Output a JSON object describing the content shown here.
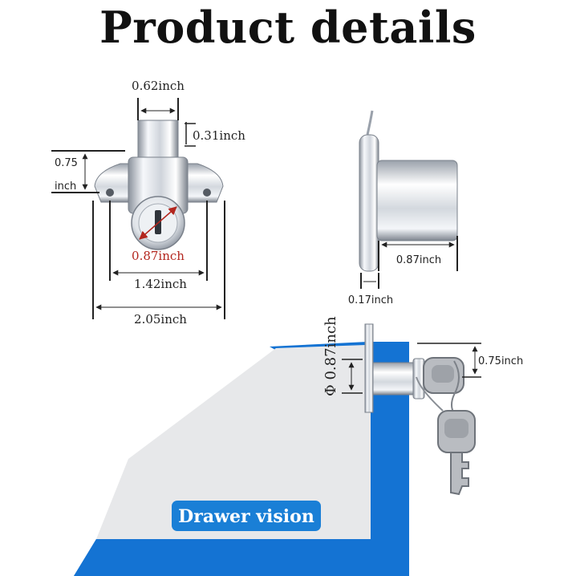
{
  "title": "Product details",
  "front_view": {
    "top_width": "0.62inch",
    "top_height": "0.31inch",
    "plate_height_line1": "0.75",
    "plate_height_line2": "inch",
    "cylinder_diameter": "0.87inch",
    "hole_spacing": "1.42inch",
    "total_width": "2.05inch"
  },
  "side_view": {
    "cylinder_length": "0.87inch",
    "plate_thickness": "0.17inch"
  },
  "install_view": {
    "diameter": "Φ 0.87inch",
    "key_offset": "0.75inch",
    "badge": "Drawer vision"
  },
  "colors": {
    "drawer_blue": "#1473d3",
    "drawer_gray": "#e7e8ea",
    "badge_blue": "#1a7fd6",
    "metal_light": "#f3f5f8",
    "metal_mid": "#c9ced6",
    "metal_dark": "#7e8590",
    "key_gray": "#b9bcc1"
  }
}
